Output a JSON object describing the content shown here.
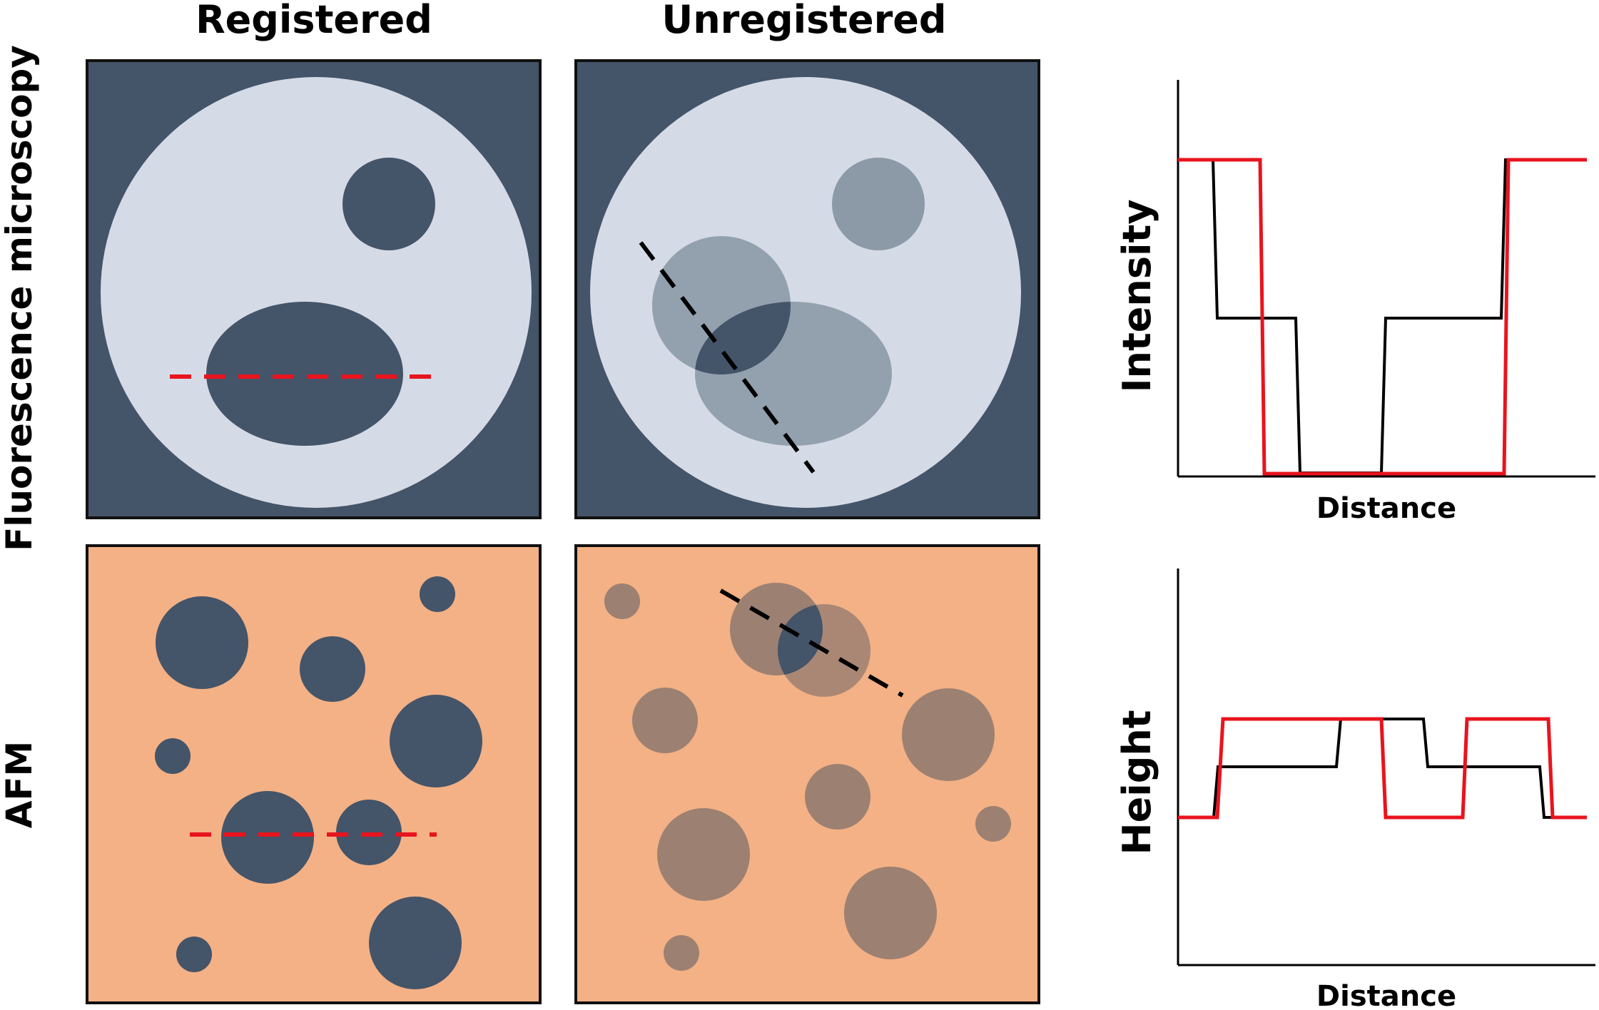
{
  "column_headers": {
    "registered": "Registered",
    "unregistered": "Unregistered"
  },
  "row_labels": {
    "fluorescence": "Fluorescence microscopy",
    "afm": "AFM"
  },
  "plots": {
    "intensity": {
      "ylabel": "Intensity",
      "xlabel": "Distance"
    },
    "height": {
      "ylabel": "Height",
      "xlabel": "Distance"
    }
  },
  "colors": {
    "fluorescence_background": "#445469",
    "cell_body": "#d5dbe6",
    "organelle_registered": "#445469",
    "organelle_unregistered": "#8c9aa8",
    "afm_background": "#f3b185",
    "afm_feature_registered": "#445469",
    "afm_feature_unregistered": "#9c8072",
    "registered_profile_line": "#e8141e",
    "unregistered_profile_line": "#000000"
  }
}
